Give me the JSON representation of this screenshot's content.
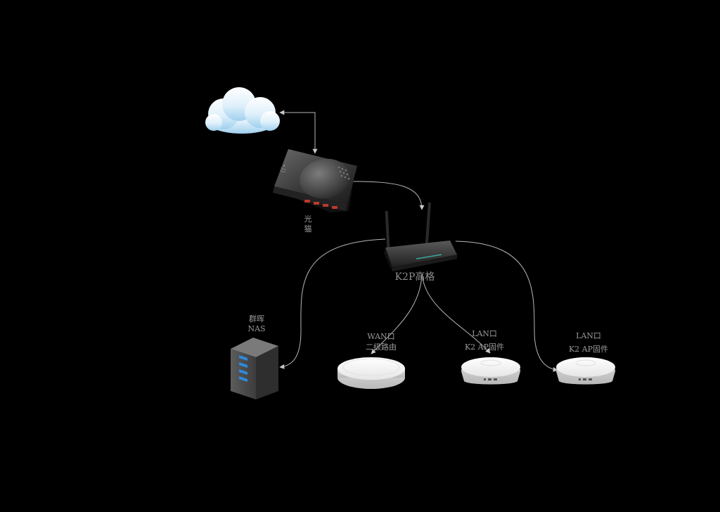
{
  "diagram": {
    "nodes": {
      "internet": {
        "icon": "cloud-icon"
      },
      "modem": {
        "icon": "optical-modem-icon",
        "label_line1": "光",
        "label_line2": "猫"
      },
      "router": {
        "icon": "wireless-router-icon",
        "label": "K2P高格"
      },
      "nas": {
        "icon": "server-icon",
        "label_line1": "群晖",
        "label_line2": "NAS"
      },
      "ap_wan": {
        "icon": "ceiling-ap-icon",
        "label_line1": "WAN口",
        "label_line2": "二级路由"
      },
      "ap_lan_1": {
        "icon": "ceiling-ap-icon",
        "label_line1": "LAN口",
        "label_line2": "K2 AP固件"
      },
      "ap_lan_2": {
        "icon": "ceiling-ap-icon",
        "label_line1": "LAN口",
        "label_line2": "K2 AP固件"
      }
    },
    "edges": [
      {
        "from": "modem",
        "to": "internet",
        "arrow": "both"
      },
      {
        "from": "modem",
        "to": "router",
        "arrow": "end"
      },
      {
        "from": "router",
        "to": "nas",
        "arrow": "end"
      },
      {
        "from": "router",
        "to": "ap_wan",
        "arrow": "end"
      },
      {
        "from": "router",
        "to": "ap_lan_1",
        "arrow": "end"
      },
      {
        "from": "router",
        "to": "ap_lan_2",
        "arrow": "end"
      }
    ],
    "colors": {
      "background": "#000000",
      "connector": "#b8b8b8",
      "label": "#9a9a9a"
    }
  }
}
